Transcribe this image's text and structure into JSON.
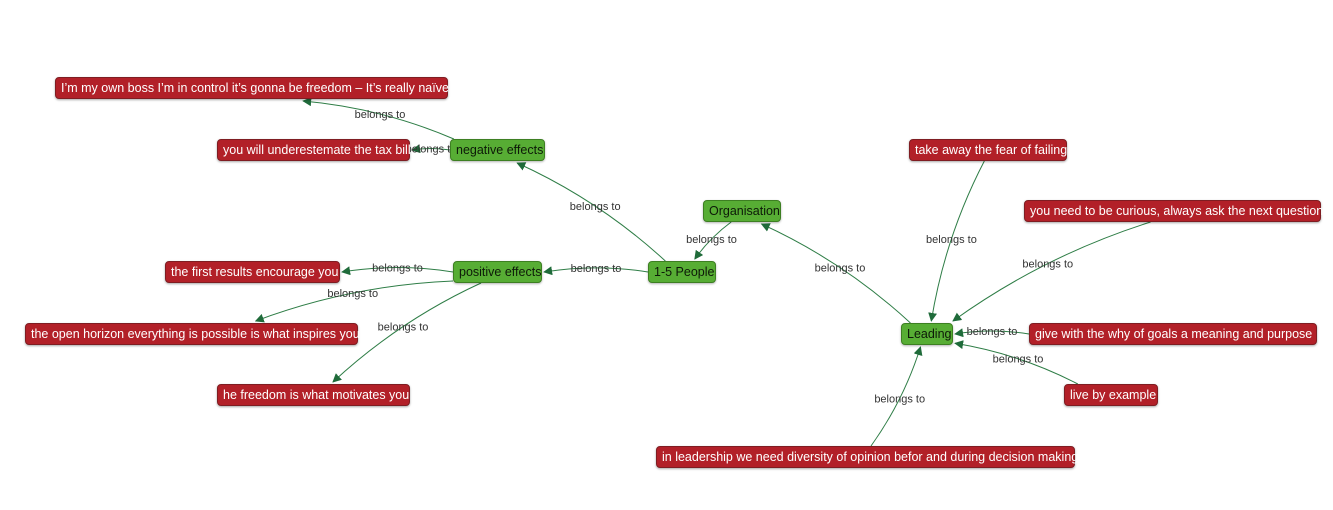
{
  "colors": {
    "concept_fill": "#57ad34",
    "detail_fill": "#b22028",
    "edge": "#2e7d46"
  },
  "nodes": {
    "people": "1-5 People",
    "organisation": "Organisation",
    "negative_effects": "negative effects",
    "positive_effects": "positive effects",
    "leading": "Leading",
    "own_boss": "I’m my own boss I’m in control it’s gonna be freedom –  It’s really naïve",
    "tax_bill": "you will underestemate the tax bill",
    "first_results": "the first results encourage you",
    "open_horizon": "the open horizon everything is possible is what inspires you",
    "freedom": "he freedom is what motivates you",
    "fear_failing": "take away the fear of failing",
    "curious": "you need to be curious, always ask the next question",
    "why_goals": "give  with the why of goals  a meaning and purpose",
    "live_example": "live by example",
    "diversity": "in leadership we need diversity of opinion befor and during decision making"
  },
  "edges": [
    {
      "from": "people",
      "to": "negative_effects",
      "label": "belongs to"
    },
    {
      "from": "people",
      "to": "positive_effects",
      "label": "belongs to"
    },
    {
      "from": "organisation",
      "to": "people",
      "label": "belongs to"
    },
    {
      "from": "leading",
      "to": "organisation",
      "label": "belongs to"
    },
    {
      "from": "negative_effects",
      "to": "own_boss",
      "label": "belongs to"
    },
    {
      "from": "negative_effects",
      "to": "tax_bill",
      "label": "belongs to"
    },
    {
      "from": "positive_effects",
      "to": "first_results",
      "label": "belongs to"
    },
    {
      "from": "positive_effects",
      "to": "open_horizon",
      "label": "belongs to"
    },
    {
      "from": "positive_effects",
      "to": "freedom",
      "label": "belongs to"
    },
    {
      "from": "fear_failing",
      "to": "leading",
      "label": "belongs to"
    },
    {
      "from": "curious",
      "to": "leading",
      "label": "belongs to"
    },
    {
      "from": "why_goals",
      "to": "leading",
      "label": "belongs to"
    },
    {
      "from": "live_example",
      "to": "leading",
      "label": "belongs to"
    },
    {
      "from": "diversity",
      "to": "leading",
      "label": "belongs to"
    }
  ]
}
